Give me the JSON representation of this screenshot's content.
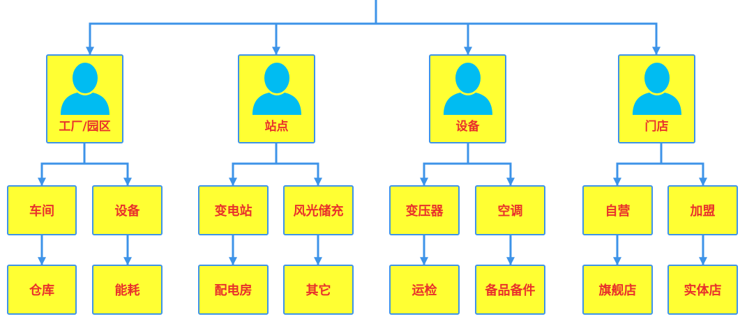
{
  "colors": {
    "node_fill": "#ffff33",
    "node_border": "#3d93e8",
    "connector": "#3d93e8",
    "label": "#e8312b",
    "icon": "#00bcf2"
  },
  "categories": [
    {
      "label": "工厂/园区",
      "icon": "user-icon",
      "children": [
        {
          "label": "车间",
          "child": {
            "label": "仓库"
          }
        },
        {
          "label": "设备",
          "child": {
            "label": "能耗"
          }
        }
      ]
    },
    {
      "label": "站点",
      "icon": "user-icon",
      "children": [
        {
          "label": "变电站",
          "child": {
            "label": "配电房"
          }
        },
        {
          "label": "风光储充",
          "child": {
            "label": "其它"
          }
        }
      ]
    },
    {
      "label": "设备",
      "icon": "user-icon",
      "children": [
        {
          "label": "变压器",
          "child": {
            "label": "运检"
          }
        },
        {
          "label": "空调",
          "child": {
            "label": "备品备件"
          }
        }
      ]
    },
    {
      "label": "门店",
      "icon": "user-icon",
      "children": [
        {
          "label": "自营",
          "child": {
            "label": "旗舰店"
          }
        },
        {
          "label": "加盟",
          "child": {
            "label": "实体店"
          }
        }
      ]
    }
  ]
}
